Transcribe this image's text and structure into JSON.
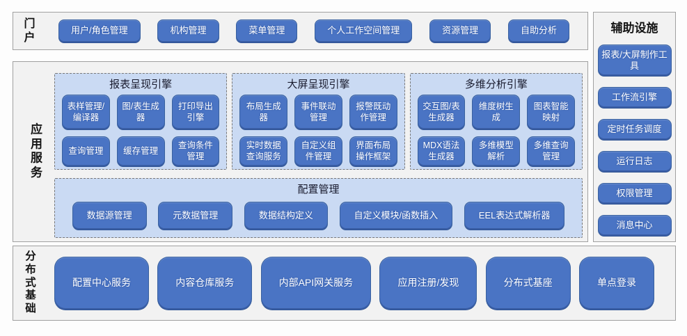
{
  "colors": {
    "module_blue": "#4a74c4",
    "module_border": "#39619f",
    "group_fill_light_blue": "#cadaf3",
    "panel_gray": "#f2f2f2",
    "text_white": "#ffffff",
    "title_dark": "#191b2e"
  },
  "panels": {
    "portal": {
      "label": "门户",
      "items": [
        "用户/角色管理",
        "机构管理",
        "菜单管理",
        "个人工作空间管理",
        "资源管理",
        "自助分析"
      ]
    },
    "app_services": {
      "label": "应用服务",
      "engines": [
        {
          "title": "报表呈现引擎",
          "items": [
            "表样管理/编译器",
            "图/表生成器",
            "打印导出引擎",
            "查询管理",
            "缓存管理",
            "查询条件管理"
          ]
        },
        {
          "title": "大屏呈现引擎",
          "items": [
            "布局生成器",
            "事件联动管理",
            "报警既动作管理",
            "实时数据查询服务",
            "自定义组件管理",
            "界面布局操作框架"
          ]
        },
        {
          "title": "多维分析引擎",
          "items": [
            "交互图/表生成器",
            "维度树生成",
            "图表智能映射",
            "MDX语法生成器",
            "多维模型解析",
            "多维查询管理"
          ]
        }
      ],
      "config": {
        "title": "配置管理",
        "items": [
          "数据源管理",
          "元数据管理",
          "数据结构定义",
          "自定义模块/函数插入",
          "EEL表达式解析器"
        ]
      }
    },
    "auxiliary": {
      "label": "辅助设施",
      "items": [
        "报表/大屏制作工具",
        "工作流引擎",
        "定时任务调度",
        "运行日志",
        "权限管理",
        "消息中心"
      ]
    },
    "distributed": {
      "label": "分布式基础",
      "items": [
        "配置中心服务",
        "内容仓库服务",
        "内部API网关服务",
        "应用注册/发现",
        "分布式基座",
        "单点登录"
      ]
    }
  }
}
